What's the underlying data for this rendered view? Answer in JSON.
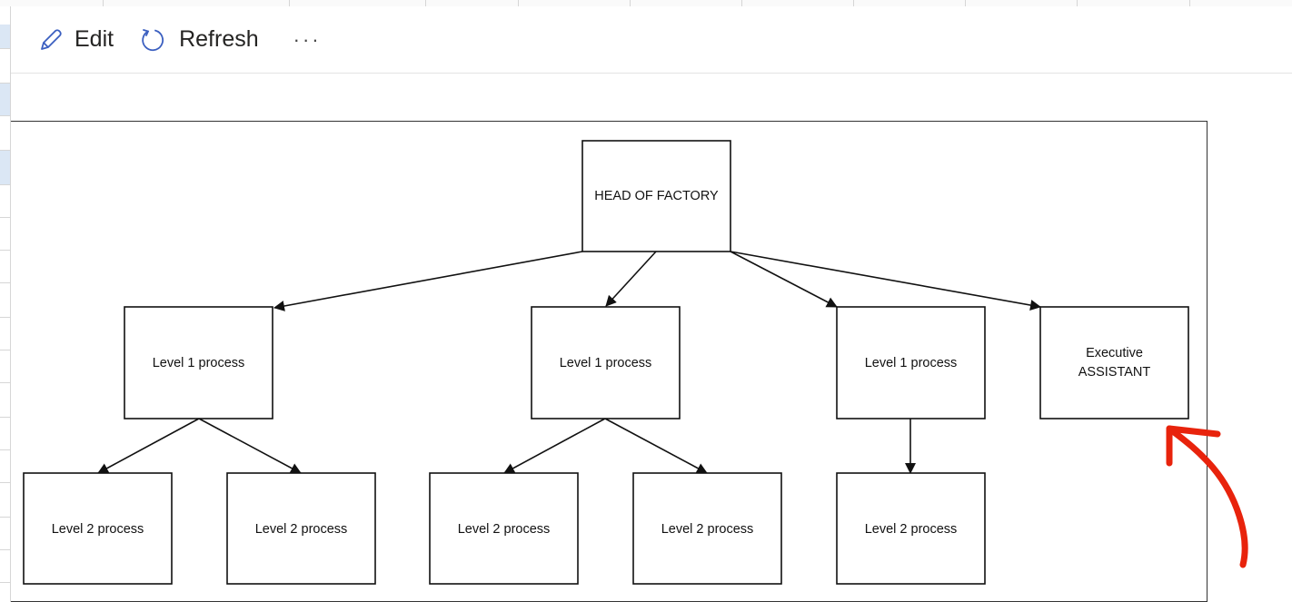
{
  "toolbar": {
    "edit_label": "Edit",
    "refresh_label": "Refresh",
    "more_label": "···",
    "edit_icon": "pencil-icon",
    "refresh_icon": "refresh-icon"
  },
  "diagram": {
    "root": {
      "label": "HEAD OF FACTORY"
    },
    "level1": [
      {
        "label": "Level 1 process"
      },
      {
        "label": "Level 1 process"
      },
      {
        "label": "Level 1 process"
      },
      {
        "label_line1": "Executive",
        "label_line2": "ASSISTANT"
      }
    ],
    "level2": [
      {
        "label": "Level 2 process"
      },
      {
        "label": "Level 2 process"
      },
      {
        "label": "Level 2 process"
      },
      {
        "label": "Level 2 process"
      },
      {
        "label": "Level 2 process"
      }
    ]
  },
  "annotation": {
    "color": "#e8230c",
    "shape": "curved-arrow"
  }
}
